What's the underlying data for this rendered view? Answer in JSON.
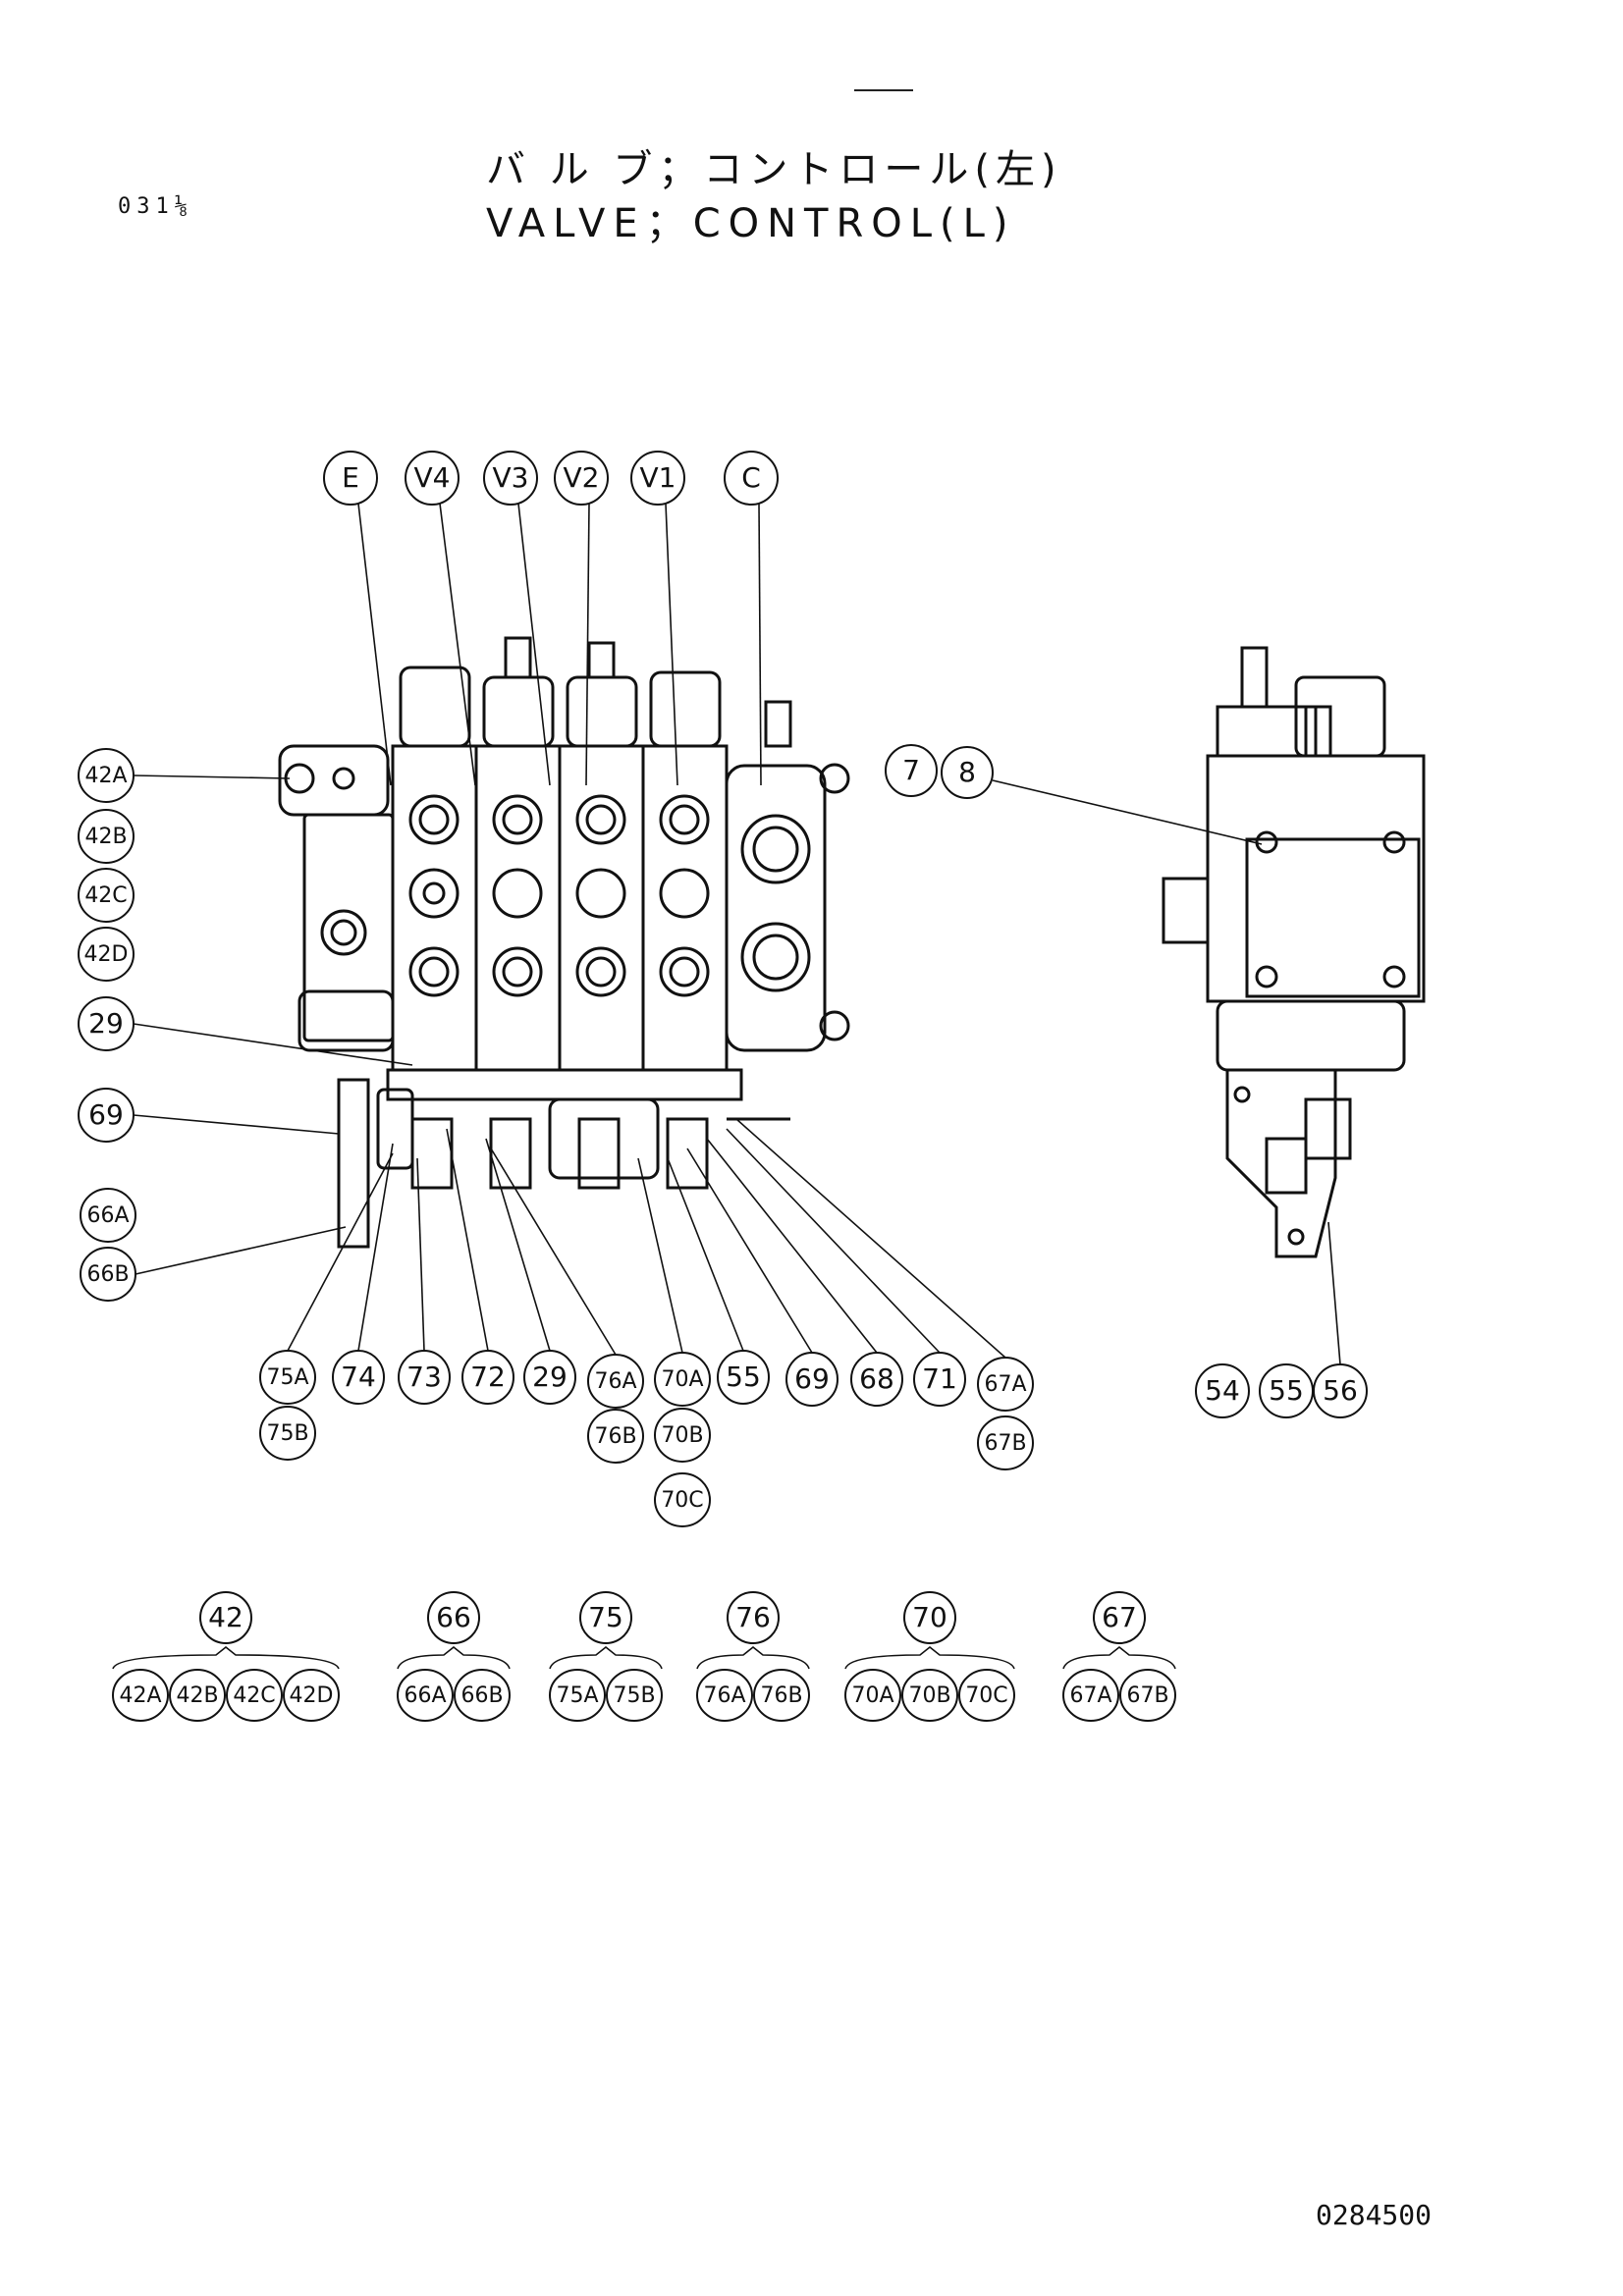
{
  "title_jp": "バ ル ブ；コントロール(左)",
  "title_en": "VALVE；CONTROL(L)",
  "page_code": "031⅛",
  "drawing_number": "0284500",
  "section_labels": [
    "E",
    "V4",
    "V3",
    "V2",
    "V1",
    "C"
  ],
  "left_callouts": [
    "42A",
    "42B",
    "42C",
    "42D",
    "29",
    "69",
    "66A",
    "66B"
  ],
  "right_callouts": [
    "7",
    "8"
  ],
  "bottom_callouts": [
    "75A",
    "75B",
    "74",
    "73",
    "72",
    "29",
    "76A",
    "76B",
    "70A",
    "70B",
    "70C",
    "55",
    "69",
    "68",
    "71",
    "67A",
    "67B"
  ],
  "side_view_callouts": [
    "54",
    "55",
    "56"
  ],
  "groups": [
    {
      "parent": "42",
      "children": [
        "42A",
        "42B",
        "42C",
        "42D"
      ]
    },
    {
      "parent": "66",
      "children": [
        "66A",
        "66B"
      ]
    },
    {
      "parent": "75",
      "children": [
        "75A",
        "75B"
      ]
    },
    {
      "parent": "76",
      "children": [
        "76A",
        "76B"
      ]
    },
    {
      "parent": "70",
      "children": [
        "70A",
        "70B",
        "70C"
      ]
    },
    {
      "parent": "67",
      "children": [
        "67A",
        "67B"
      ]
    }
  ]
}
